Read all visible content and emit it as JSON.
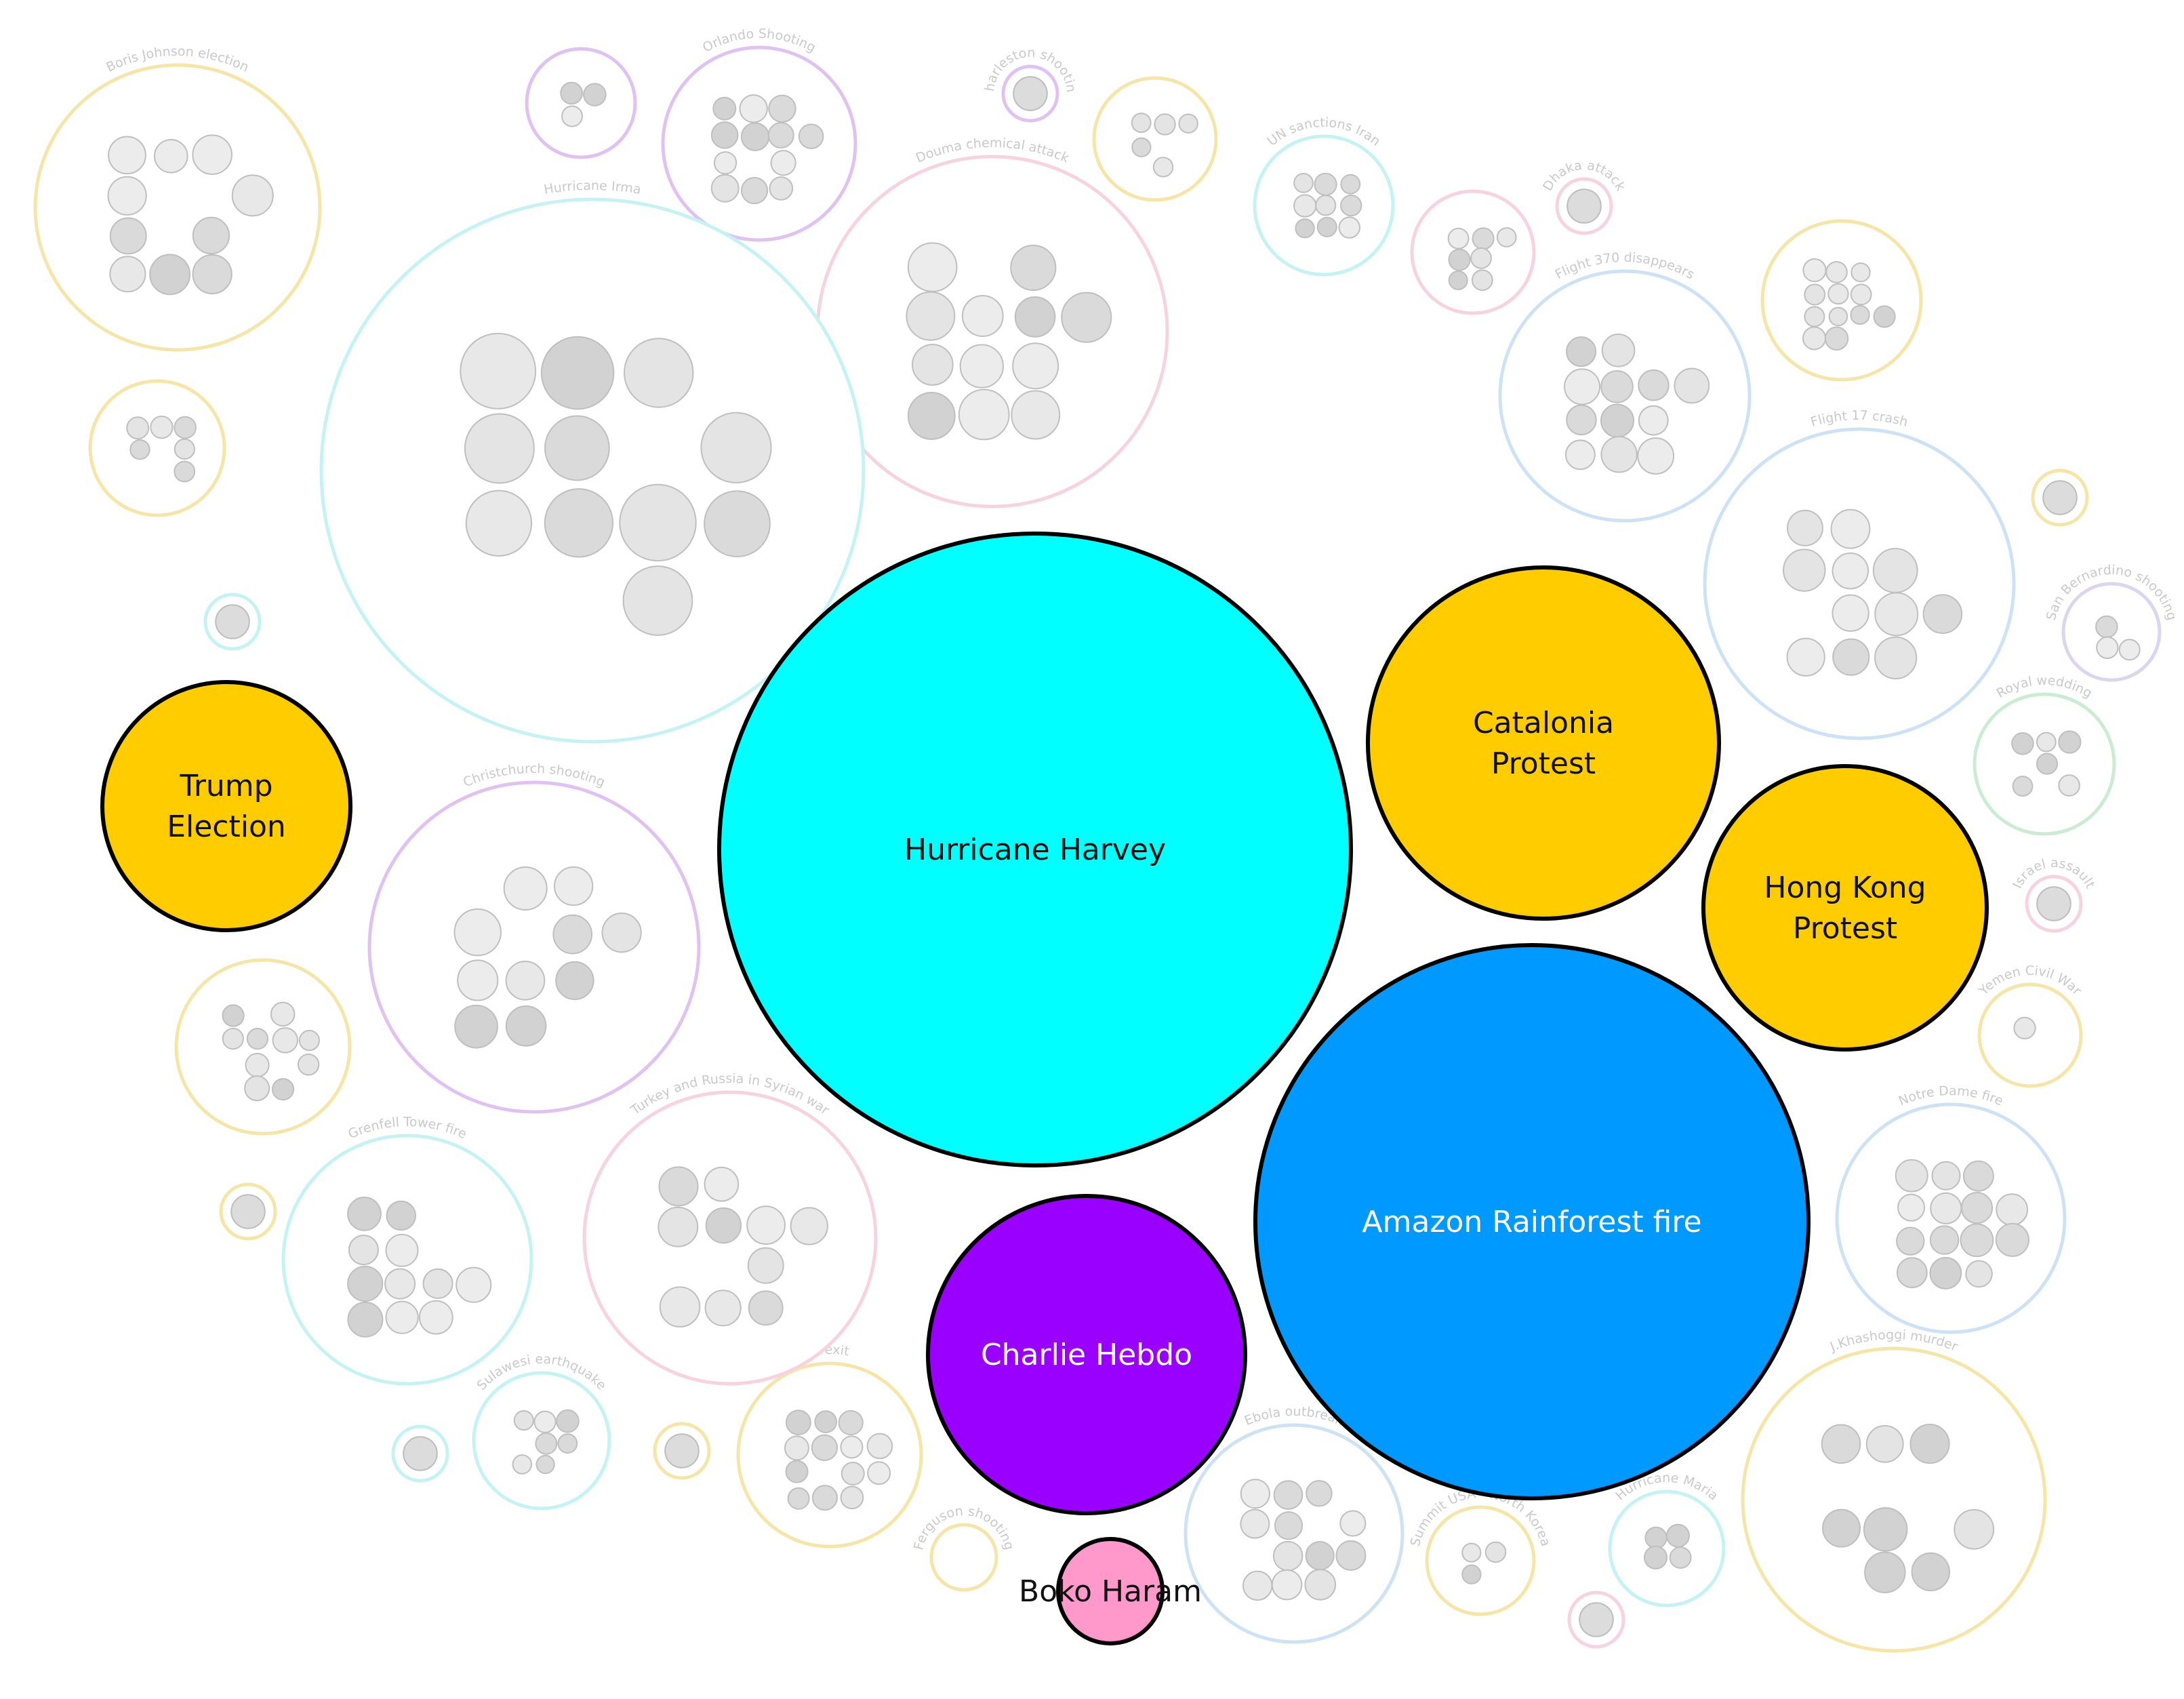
{
  "highlighted_events": [
    {
      "id": "hurricane-harvey",
      "lines": [
        "Hurricane Harvey"
      ],
      "color": "#00ffff",
      "text_color": "#111111"
    },
    {
      "id": "catalonia-protest",
      "lines": [
        "Catalonia",
        "Protest"
      ],
      "color": "#ffcc00",
      "text_color": "#111111"
    },
    {
      "id": "hong-kong-protest",
      "lines": [
        "Hong Kong",
        "Protest"
      ],
      "color": "#ffcc00",
      "text_color": "#111111"
    },
    {
      "id": "trump-election",
      "lines": [
        "Trump",
        "Election"
      ],
      "color": "#ffcc00",
      "text_color": "#111111"
    },
    {
      "id": "amazon-rainforest-fire",
      "lines": [
        "Amazon Rainforest fire"
      ],
      "color": "#0099ff",
      "text_color": "#ffffff"
    },
    {
      "id": "charlie-hebdo",
      "lines": [
        "Charlie Hebdo"
      ],
      "color": "#9900ff",
      "text_color": "#ffffff"
    },
    {
      "id": "boko-haram",
      "lines": [
        "Boko Haram"
      ],
      "color": "#ff99cc",
      "text_color": "#111111"
    }
  ],
  "faded_clusters": [
    {
      "id": "boris-johnson-election",
      "label": "Boris Johnson election",
      "ring": "#f5e6a8"
    },
    {
      "id": "orlando-shooting",
      "label": "Orlando Shooting",
      "ring": "#e0c2f2"
    },
    {
      "id": "charleston-shooting",
      "label": "Charleston shooting",
      "ring": "#e0c2f2"
    },
    {
      "id": "douma-chemical-attack",
      "label": "Douma chemical attack",
      "ring": "#f7d3df"
    },
    {
      "id": "hurricane-irma",
      "label": "Hurricane Irma",
      "ring": "#c5f2f2"
    },
    {
      "id": "un-sanctions-iran",
      "label": "UN sanctions Iran",
      "ring": "#c5f2f2"
    },
    {
      "id": "dhaka-attack",
      "label": "Dhaka attack",
      "ring": "#f7d3df"
    },
    {
      "id": "flight-370-disappears",
      "label": "Flight 370 disappears",
      "ring": "#cde2f5"
    },
    {
      "id": "flight-17-crash",
      "label": "Flight 17 crash",
      "ring": "#cde2f5"
    },
    {
      "id": "san-bernardino-shooting",
      "label": "San Bernardino shooting",
      "ring": "#dcd5f0"
    },
    {
      "id": "royal-wedding",
      "label": "Royal wedding",
      "ring": "#c9ecd3"
    },
    {
      "id": "israel-assault",
      "label": "Israel assault",
      "ring": "#f7d3df"
    },
    {
      "id": "yemen-civil-war",
      "label": "Yemen Civil War",
      "ring": "#f5e6a8"
    },
    {
      "id": "notre-dame-fire",
      "label": "Notre Dame fire",
      "ring": "#cde2f5"
    },
    {
      "id": "j-khashoggi-murder",
      "label": "J.Khashoggi murder",
      "ring": "#f5e6a8"
    },
    {
      "id": "hurricane-maria",
      "label": "Hurricane Maria",
      "ring": "#c5f2f2"
    },
    {
      "id": "summit-usa-north-korea",
      "label": "Summit USA - North Korea",
      "ring": "#f5e6a8"
    },
    {
      "id": "ebola-outbreak",
      "label": "Ebola outbreak",
      "ring": "#cde2f5"
    },
    {
      "id": "ferguson-shooting",
      "label": "Ferguson shooting",
      "ring": "#f5e6a8"
    },
    {
      "id": "brexit",
      "label": "Brexit",
      "ring": "#f5e6a8"
    },
    {
      "id": "sulawesi-earthquake",
      "label": "Sulawesi earthquake",
      "ring": "#c5f2f2"
    },
    {
      "id": "grenfell-tower-fire",
      "label": "Grenfell Tower fire",
      "ring": "#c5f2f2"
    },
    {
      "id": "turkey-and-russia-in-syrian-war",
      "label": "Turkey and Russia in Syrian war",
      "ring": "#f7d3df"
    },
    {
      "id": "christchurch-shooting",
      "label": "Christchurch shooting",
      "ring": "#e0c2f2"
    }
  ],
  "unlabeled_clusters": [
    {
      "id": "unlabeled-1",
      "ring": "#e0c2f2"
    },
    {
      "id": "unlabeled-2",
      "ring": "#f5e6a8"
    },
    {
      "id": "unlabeled-3",
      "ring": "#f7d3df"
    },
    {
      "id": "unlabeled-4",
      "ring": "#f5e6a8"
    },
    {
      "id": "unlabeled-5",
      "ring": "#f5e6a8"
    },
    {
      "id": "unlabeled-6",
      "ring": "#c5f2f2"
    },
    {
      "id": "unlabeled-7",
      "ring": "#f5e6a8"
    },
    {
      "id": "unlabeled-8",
      "ring": "#f5e6a8"
    },
    {
      "id": "unlabeled-9",
      "ring": "#f5e6a8"
    },
    {
      "id": "unlabeled-10",
      "ring": "#c5f2f2"
    },
    {
      "id": "unlabeled-11",
      "ring": "#f5e6a8"
    },
    {
      "id": "unlabeled-12",
      "ring": "#f7d3df"
    }
  ]
}
